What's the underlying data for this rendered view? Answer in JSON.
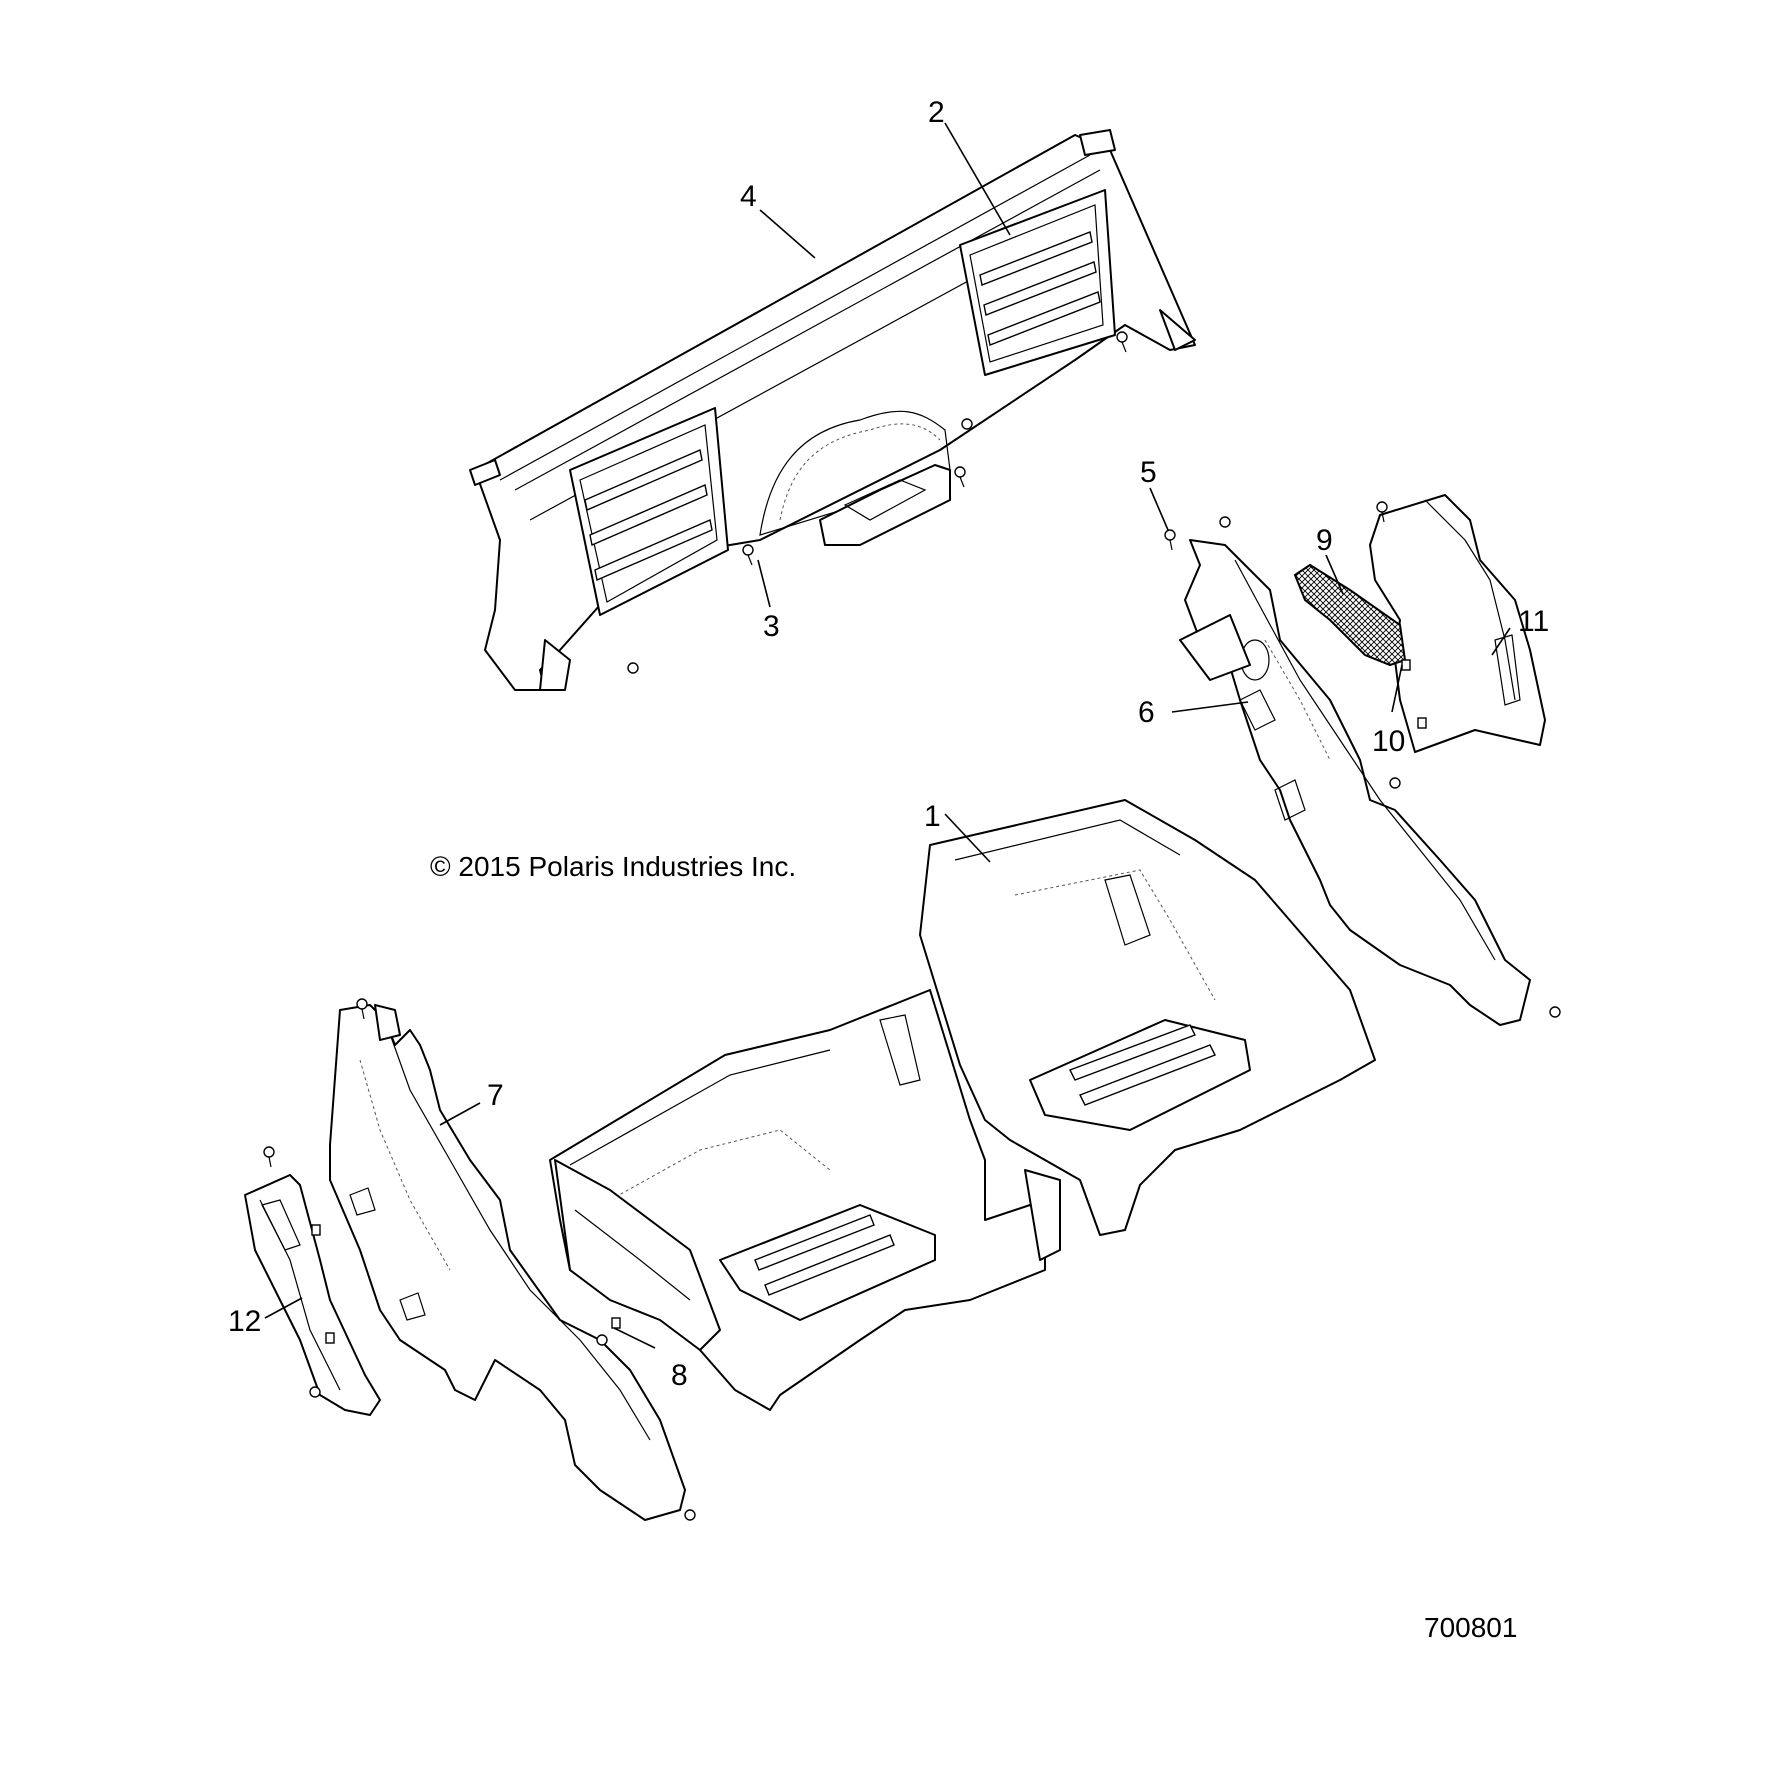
{
  "copyright": "© 2015 Polaris Industries Inc.",
  "document_number": "700801",
  "callouts": [
    {
      "id": "c1",
      "label": "1"
    },
    {
      "id": "c2",
      "label": "2"
    },
    {
      "id": "c3",
      "label": "3"
    },
    {
      "id": "c4",
      "label": "4"
    },
    {
      "id": "c5",
      "label": "5"
    },
    {
      "id": "c6",
      "label": "6"
    },
    {
      "id": "c7",
      "label": "7"
    },
    {
      "id": "c8",
      "label": "8"
    },
    {
      "id": "c9",
      "label": "9"
    },
    {
      "id": "c10",
      "label": "10"
    },
    {
      "id": "c11",
      "label": "11"
    },
    {
      "id": "c12",
      "label": "12"
    }
  ]
}
